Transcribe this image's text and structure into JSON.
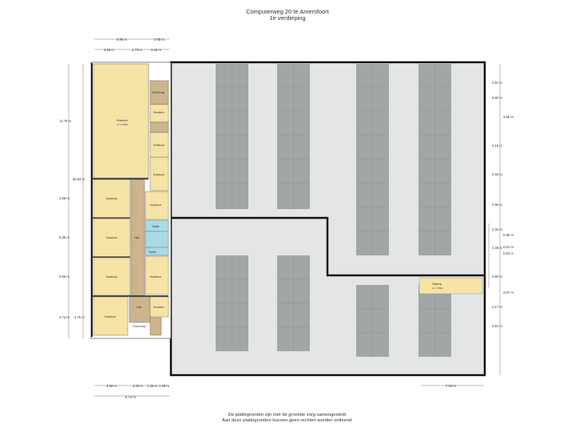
{
  "header": {
    "title": "Computerweg 20 te Amersfoort",
    "subtitle": "1e verdieping"
  },
  "rooms": {
    "kantoor_large": "Kantoor",
    "kantoor_large_area": "m² = 3,96m",
    "overloop_top": "Overloop",
    "keuken_top": "Keuken",
    "kantoor_r1": "Kantoor",
    "kantoor_r2": "Kantoor",
    "kantoor_l1": "Kantoor",
    "kantoor_r3": "Kantoor",
    "kantoor_l2": "Kantoor",
    "hal": "Hal",
    "toilet_1": "Toilet",
    "toilet_2": "Toilet",
    "kantoor_l3": "Kantoor",
    "kantoor_r4": "Kantoor",
    "hal_bottom": "Hal",
    "keuken_bottom": "Keuken",
    "kantoor_l4": "Kantoor",
    "overloop_bottom": "Overloop",
    "galerij": "Galerij",
    "galerij_area": "m² = 3,80m"
  },
  "dimensions": {
    "top_row1_a": "6.96 m",
    "top_row1_b": "2.55 m",
    "top_row2_a": "4.29 m",
    "top_row2_b": "1.73 m",
    "top_row2_c": "3.40 m",
    "left_total": "14.79 m",
    "left_mid": "20.63 m",
    "left_a": "4.89 m",
    "left_b": "6.89 m",
    "left_c": "4.86 m",
    "left_d1": "4.74 m",
    "left_d2": "4.75 m",
    "bottom_a": "4.26 m",
    "bottom_b": "2.26 m",
    "bottom_c": "1.39 m",
    "bottom_d": "1.39 m",
    "bottom_total": "9.73 m",
    "bottom_right": "7.62 m",
    "right_1": "4.81 m",
    "right_2": "6.80 m",
    "right_3": "3.65 m",
    "right_4": "3.15 m",
    "right_5": "4.03 m",
    "right_6": "3.96 m",
    "right_7": "2.30 m",
    "right_8": "0.99 m",
    "right_9": "2.35 m",
    "right_10": "0.91 m",
    "right_11": "0.83 m",
    "right_12": "4.90 m",
    "right_13": "4.07 m",
    "right_14": "2.17 m",
    "right_15": "2.51 m"
  },
  "footer": {
    "line1": "De plattegronden zijn met de grootste zorg samengesteld.",
    "line2": "Aan deze plattegronden kunnen geen rechten worden ontleend."
  },
  "colors": {
    "office": "#f6e3a6",
    "hall": "#cdb48c",
    "toilet": "#a9dbe6",
    "grey_area": "#e4e5e6",
    "parking": "#a2a6a6",
    "wall": "#111111"
  }
}
